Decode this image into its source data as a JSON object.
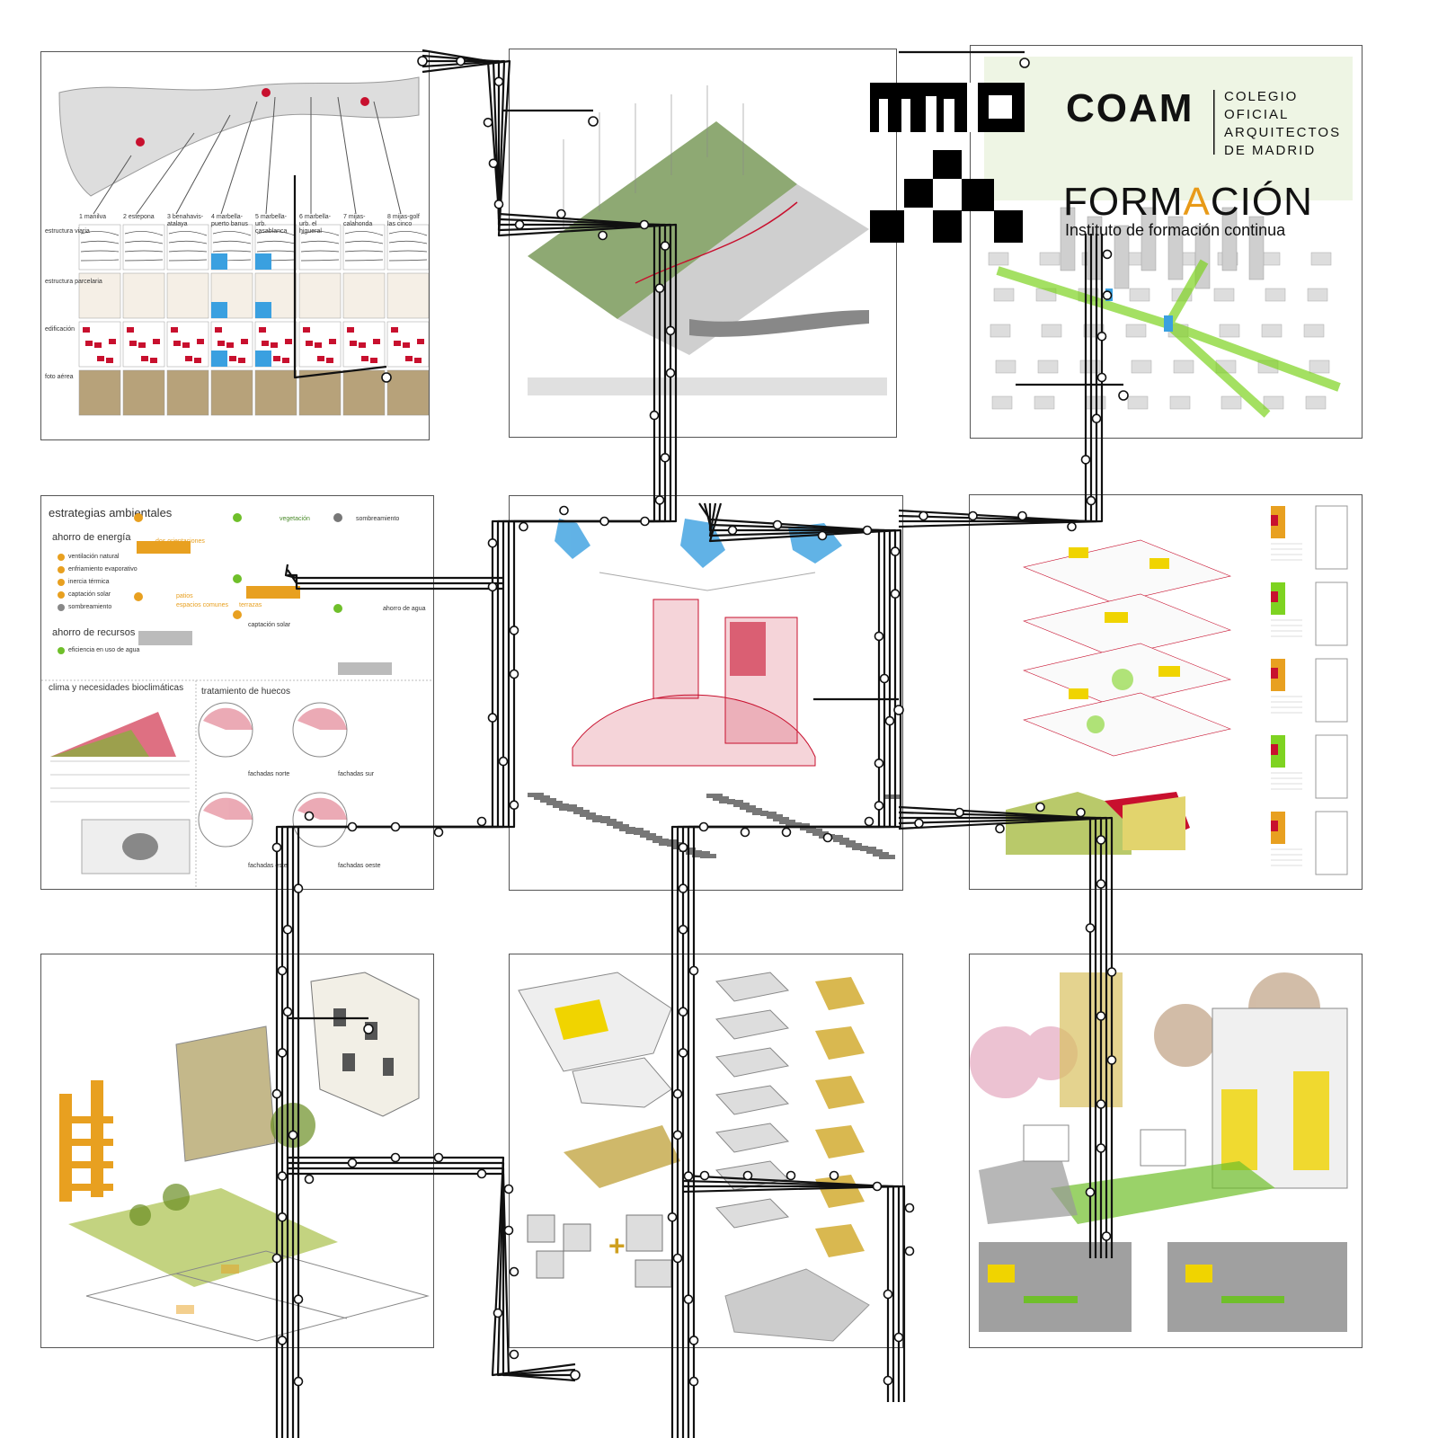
{
  "logo": {
    "coam": "COAM",
    "colegio_lines": [
      "COLEGIO",
      "OFICIAL",
      "ARQUITECTOS",
      "DE MADRID"
    ],
    "formacion_pre": "FORM",
    "formacion_a": "A",
    "formacion_post": "CIÓN",
    "instituto": "Instituto de formación continua",
    "accent": "#e89a18"
  },
  "panel1": {
    "columns": [
      "1 manilva",
      "2 estepona",
      "3 benahavis-atalaya",
      "4 marbella-puerto banus",
      "5 marbella-urb. casablanca",
      "6 marbella-urb. el higueral",
      "7 mijas-calahonda",
      "8 mijas-golf las cinco"
    ],
    "rows": [
      "estructura viaria",
      "estructura parcelaria",
      "edificación",
      "foto aérea"
    ]
  },
  "panel4": {
    "title": "estrategias ambientales",
    "energia_heading": "ahorro de energía",
    "energia_items": [
      "ventilación natural",
      "enfriamiento evaporativo",
      "inercia térmica",
      "captación solar",
      "sombreamiento"
    ],
    "recursos_heading": "ahorro de recursos",
    "recursos_items": [
      "eficiencia en uso de agua"
    ],
    "clima_heading": "clima y necesidades bioclimáticas",
    "huecos_heading": "tratamiento de huecos",
    "labels": [
      "dos orientaciones",
      "patios",
      "espacios comunes",
      "terrazas",
      "vegetación",
      "sombreamiento",
      "ahorro de agua",
      "captación solar",
      "fachadas norte",
      "fachadas sur",
      "fachadas este",
      "fachadas oeste"
    ]
  },
  "colors": {
    "line": "#111111",
    "red": "#c8102e",
    "yellow": "#f0d400",
    "orange": "#e8a020",
    "green": "#6fbf2a",
    "blue": "#3aa0e0"
  }
}
